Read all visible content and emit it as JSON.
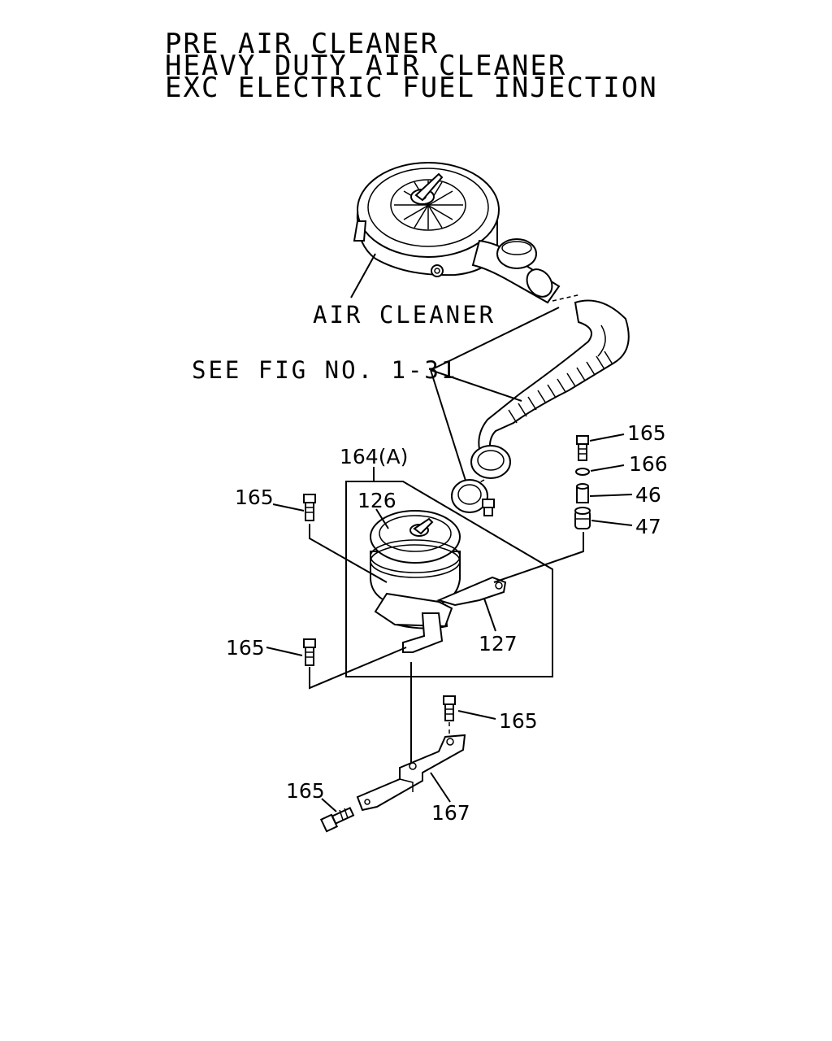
{
  "header": {
    "line1": "PRE AIR CLEANER",
    "line2": "HEAVY DUTY AIR CLEANER",
    "line3": "EXC ELECTRIC FUEL INJECTION"
  },
  "labels": {
    "air_cleaner": "AIR CLEANER",
    "see_fig": "SEE FIG NO. 1-31",
    "group_164a": "164(A)",
    "p126": "126",
    "p127": "127",
    "p165_a": "165",
    "p165_b": "165",
    "p165_c": "165",
    "p165_d": "165",
    "p165_e": "165",
    "p166": "166",
    "p46": "46",
    "p47": "47",
    "p167": "167"
  }
}
